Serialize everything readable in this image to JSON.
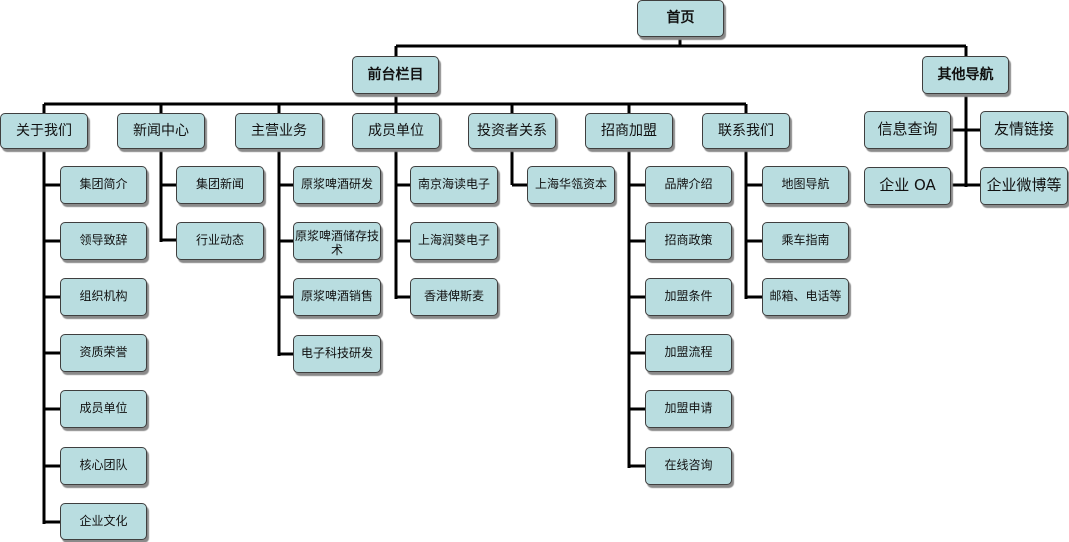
{
  "root": "首页",
  "front": "前台栏目",
  "other": "其他导航",
  "sections": {
    "about": {
      "label": "关于我们",
      "items": [
        "集团简介",
        "领导致辞",
        "组织机构",
        "资质荣誉",
        "成员单位",
        "核心团队",
        "企业文化"
      ]
    },
    "news": {
      "label": "新闻中心",
      "items": [
        "集团新闻",
        "行业动态"
      ]
    },
    "business": {
      "label": "主营业务",
      "items": [
        "原浆啤酒研发",
        "原浆啤酒储存技术",
        "原浆啤酒销售",
        "电子科技研发"
      ]
    },
    "members": {
      "label": "成员单位",
      "items": [
        "南京海读电子",
        "上海润葵电子",
        "香港俾斯麦"
      ]
    },
    "investor": {
      "label": "投资者关系",
      "items": [
        "上海华瓴资本"
      ]
    },
    "franchise": {
      "label": "招商加盟",
      "items": [
        "品牌介绍",
        "招商政策",
        "加盟条件",
        "加盟流程",
        "加盟申请",
        "在线咨询"
      ]
    },
    "contact": {
      "label": "联系我们",
      "items": [
        "地图导航",
        "乘车指南",
        "邮箱、电话等"
      ]
    }
  },
  "other_nav": [
    "信息查询",
    "友情链接",
    "企业 OA",
    "企业微博等"
  ]
}
